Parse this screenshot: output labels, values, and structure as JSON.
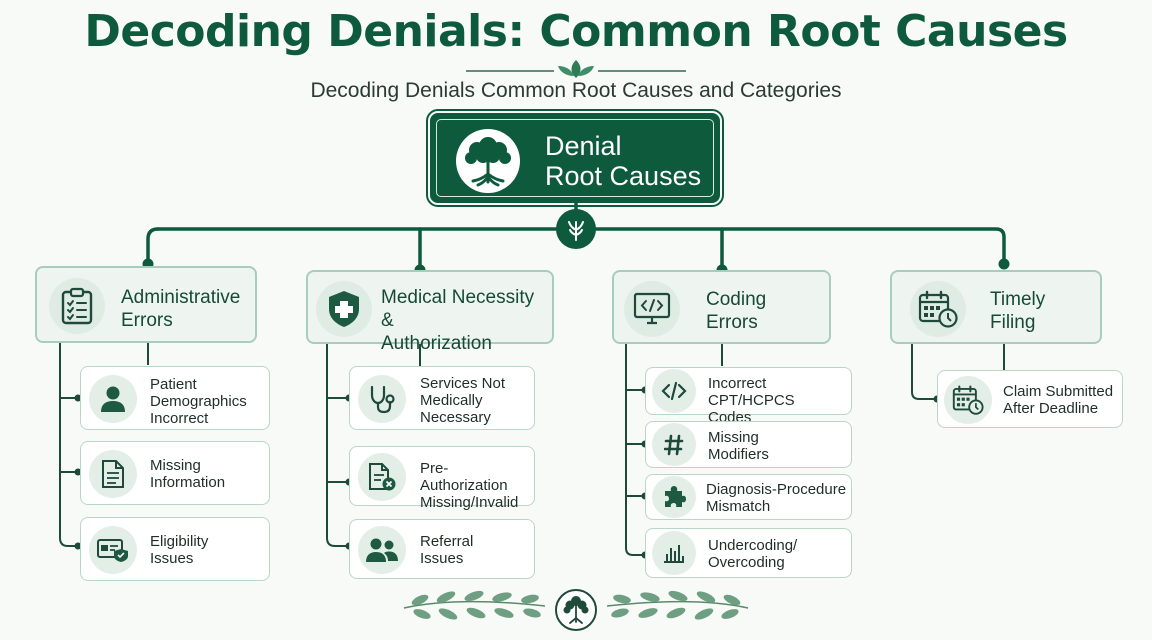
{
  "title": "Decoding Denials: Common Root Causes",
  "subtitle": "Decoding Denials Common Root Causes and Categories",
  "root": {
    "line1": "Denial",
    "line2": "Root Causes",
    "icon": "tree-icon"
  },
  "colors": {
    "primary": "#0e5a3d",
    "category_bg": "#eef5f1",
    "category_border": "#a9cdbb",
    "item_border": "#b9d7c7"
  },
  "categories": [
    {
      "line1": "Administrative",
      "line2": "Errors",
      "icon": "clipboard-checklist-icon",
      "items": [
        {
          "lines": [
            "Patient",
            "Demographics",
            "Incorrect"
          ],
          "icon": "person-icon"
        },
        {
          "lines": [
            "Missing",
            "Information"
          ],
          "icon": "document-icon"
        },
        {
          "lines": [
            "Eligibility",
            "Issues"
          ],
          "icon": "id-card-shield-icon"
        }
      ]
    },
    {
      "line1": "Medical Necessity &",
      "line2": "Authorization",
      "icon": "shield-cross-icon",
      "items": [
        {
          "lines": [
            "Services Not",
            "Medically",
            "Necessary"
          ],
          "icon": "stethoscope-icon"
        },
        {
          "lines": [
            "Pre-Authorization",
            "Missing/Invalid"
          ],
          "icon": "document-x-icon"
        },
        {
          "lines": [
            "Referral",
            "Issues"
          ],
          "icon": "people-icon"
        }
      ]
    },
    {
      "line1": "Coding",
      "line2": "Errors",
      "icon": "monitor-code-icon",
      "items": [
        {
          "lines": [
            "Incorrect CPT/HCPCS",
            "Codes"
          ],
          "icon": "code-icon"
        },
        {
          "lines": [
            "Missing",
            "Modifiers"
          ],
          "icon": "hash-icon"
        },
        {
          "lines": [
            "Diagnosis-Procedure",
            "Mismatch"
          ],
          "icon": "puzzle-icon"
        },
        {
          "lines": [
            "Undercoding/",
            "Overcoding"
          ],
          "icon": "bar-chart-icon"
        }
      ]
    },
    {
      "line1": "Timely",
      "line2": "Filing",
      "icon": "calendar-clock-icon",
      "items": [
        {
          "lines": [
            "Claim Submitted",
            "After Deadline"
          ],
          "icon": "calendar-clock-icon"
        }
      ]
    }
  ]
}
